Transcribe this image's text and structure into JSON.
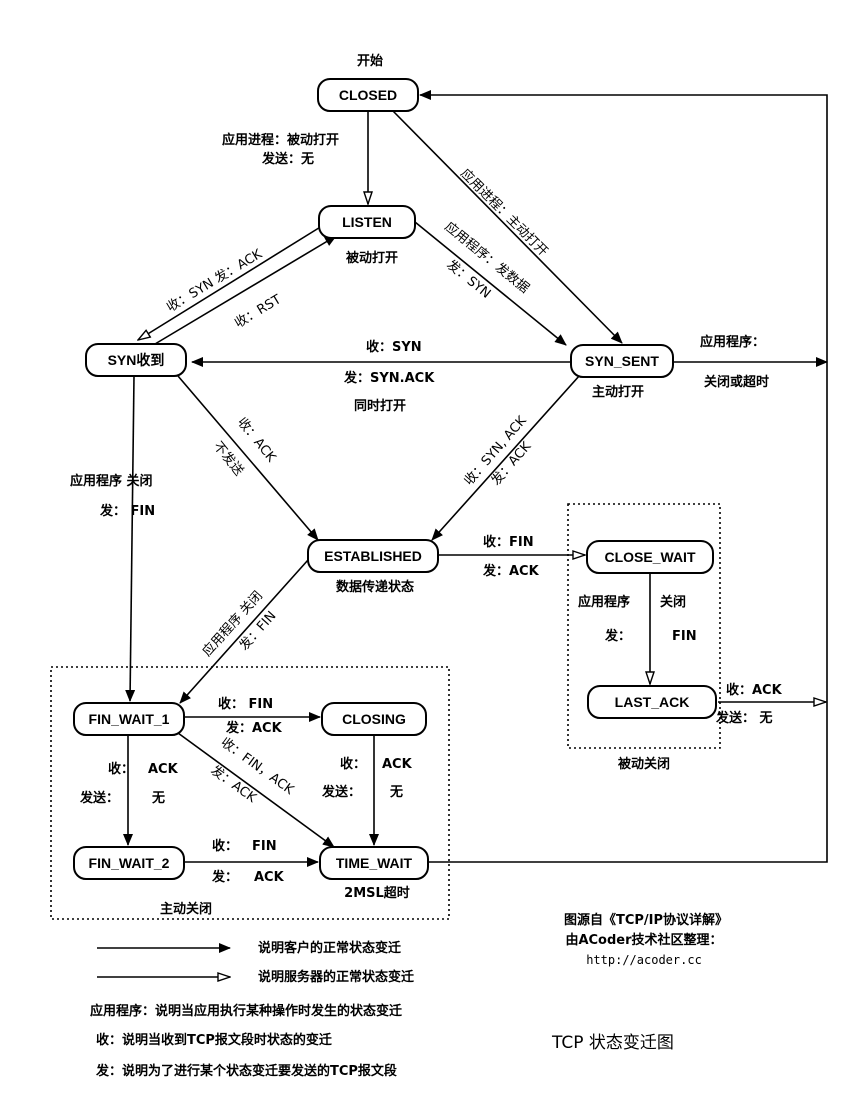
{
  "start_label": "开始",
  "states": {
    "closed": "CLOSED",
    "listen": "LISTEN",
    "syn_rcvd": "SYN收到",
    "syn_sent": "SYN_SENT",
    "established": "ESTABLISHED",
    "close_wait": "CLOSE_WAIT",
    "last_ack": "LAST_ACK",
    "fin_wait_1": "FIN_WAIT_1",
    "closing": "CLOSING",
    "fin_wait_2": "FIN_WAIT_2",
    "time_wait": "TIME_WAIT"
  },
  "state_notes": {
    "listen": "被动打开",
    "syn_sent": "主动打开",
    "established": "数据传递状态",
    "time_wait": "2MSL超时",
    "simultaneous_open": "同时打开",
    "passive_close_group": "被动关闭",
    "active_close_group": "主动关闭"
  },
  "transitions": {
    "closed_listen_1": "应用进程：被动打开",
    "closed_listen_2": "发送：无",
    "closed_synsent_1": "应用进程：主动打开",
    "listen_synsent_1": "应用程序：发数据",
    "listen_synsent_2": "发：SYN",
    "synrcvd_listen_1": "收：SYN  发：ACK",
    "synrcvd_listen_2": "收：RST",
    "synsent_synrcvd_1": "收：SYN",
    "synsent_synrcvd_2": "发：SYN.ACK",
    "synsent_closed_1": "应用程序：",
    "synsent_closed_2": "关闭或超时",
    "synrcvd_est_1": "收：ACK",
    "synrcvd_est_2": "不发送",
    "synsent_est_1": "收：SYN, ACK",
    "synsent_est_2": "发：ACK",
    "synrcvd_fw1_1": "应用程序  关闭",
    "synrcvd_fw1_2": "发：  FIN",
    "est_closewait_1": "收：FIN",
    "est_closewait_2": "发：ACK",
    "closewait_lastack_1a": "应用程序",
    "closewait_lastack_1b": "关闭",
    "closewait_lastack_2a": "发：",
    "closewait_lastack_2b": "FIN",
    "lastack_closed_1": "收：ACK",
    "lastack_closed_2": "发送：  无",
    "est_fw1_1": "应用程序  关闭",
    "est_fw1_2": "发：FIN",
    "fw1_closing_1": "收：  FIN",
    "fw1_closing_2": "发：ACK",
    "fw1_timewait_1": "收：FIN，ACK",
    "fw1_timewait_2": "发：ACK",
    "fw1_fw2_1a": "收：",
    "fw1_fw2_1b": "ACK",
    "fw1_fw2_2a": "发送：",
    "fw1_fw2_2b": "无",
    "closing_timewait_1a": "收：",
    "closing_timewait_1b": "ACK",
    "closing_timewait_2a": "发送：",
    "closing_timewait_2b": "无",
    "fw2_timewait_1a": "收：",
    "fw2_timewait_1b": "FIN",
    "fw2_timewait_2a": "发：",
    "fw2_timewait_2b": "ACK"
  },
  "source": {
    "line1": "图源自《TCP/IP协议详解》",
    "line2": "由ACoder技术社区整理：",
    "line3": "http://acoder.cc"
  },
  "legend": {
    "client": "说明客户的正常状态变迁",
    "server": "说明服务器的正常状态变迁",
    "note_app": "应用程序：说明当应用执行某种操作时发生的状态变迁",
    "note_recv": "收：说明当收到TCP报文段时状态的变迁",
    "note_send": "发：说明为了进行某个状态变迁要发送的TCP报文段"
  },
  "title": "TCP 状态变迁图"
}
